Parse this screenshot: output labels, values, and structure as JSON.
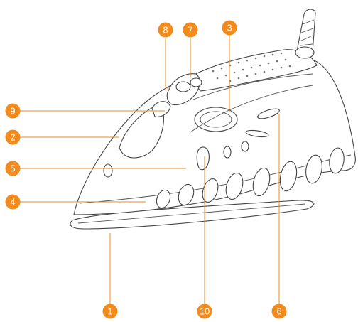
{
  "figure": {
    "subject": "steam-iron-parts-diagram"
  },
  "callouts": [
    {
      "id": "c8",
      "label": "8"
    },
    {
      "id": "c7",
      "label": "7"
    },
    {
      "id": "c3",
      "label": "3"
    },
    {
      "id": "c9",
      "label": "9"
    },
    {
      "id": "c2",
      "label": "2"
    },
    {
      "id": "c5",
      "label": "5"
    },
    {
      "id": "c4",
      "label": "4"
    },
    {
      "id": "c1",
      "label": "1"
    },
    {
      "id": "c10",
      "label": "10"
    },
    {
      "id": "c6",
      "label": "6"
    }
  ],
  "colors": {
    "callout_fill": "#f28a1c",
    "callout_text": "#ffffff",
    "outline": "#444444"
  }
}
